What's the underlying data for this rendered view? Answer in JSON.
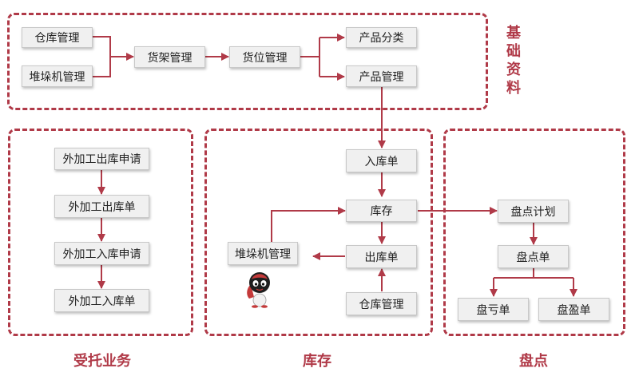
{
  "sections": {
    "basic_data": "基础资料",
    "entrusted_business": "受托业务",
    "inventory": "库存",
    "stock_check": "盘点"
  },
  "basic_data": {
    "warehouse_mgmt": "仓库管理",
    "stacker_mgmt": "堆垛机管理",
    "shelf_mgmt": "货架管理",
    "location_mgmt": "货位管理",
    "product_category": "产品分类",
    "product_mgmt": "产品管理"
  },
  "entrusted": {
    "outbound_request": "外加工出库申请",
    "outbound_order": "外加工出库单",
    "inbound_request": "外加工入库申请",
    "inbound_order": "外加工入库单"
  },
  "inventory": {
    "inbound_order": "入库单",
    "stock": "库存",
    "outbound_order": "出库单",
    "stacker_mgmt": "堆垛机管理",
    "warehouse_mgmt": "仓库管理"
  },
  "stock_check": {
    "plan": "盘点计划",
    "check_order": "盘点单",
    "loss_order": "盘亏单",
    "surplus_order": "盘盈单"
  },
  "colors": {
    "accent": "#b03a48",
    "node_bg": "#f0f0f0"
  }
}
